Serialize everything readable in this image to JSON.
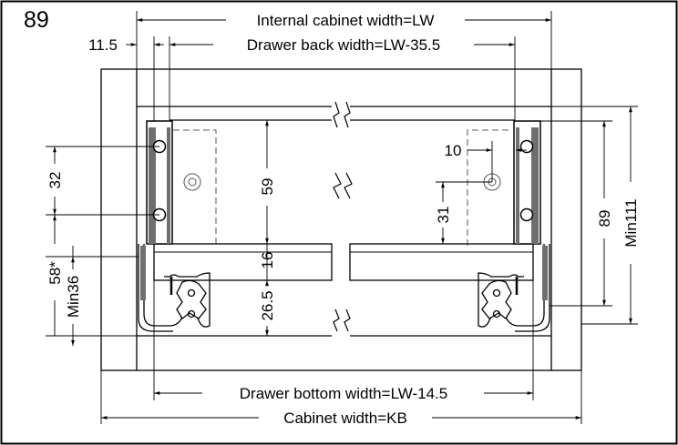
{
  "figure_number": "89",
  "dimensions": {
    "internal_cabinet_width": "Internal cabinet width=LW",
    "drawer_back_width": "Drawer back width=LW-35.5",
    "side_offset": "11.5",
    "drawer_bottom_width": "Drawer bottom width=LW-14.5",
    "cabinet_width": "Cabinet width=KB",
    "left_hole_spacing": "32",
    "left_min_depth": "58*",
    "left_min_36": "Min36",
    "back_height": "59",
    "bottom_thickness": "16",
    "runner_height": "26.5",
    "right_hole_offset": "10",
    "right_hole_height": "31",
    "right_total_height": "89",
    "right_min_height": "Min111"
  },
  "colors": {
    "line": "#000000",
    "panel_gray": "#6f6f6f",
    "hidden_line": "#555555",
    "background": "#ffffff"
  }
}
